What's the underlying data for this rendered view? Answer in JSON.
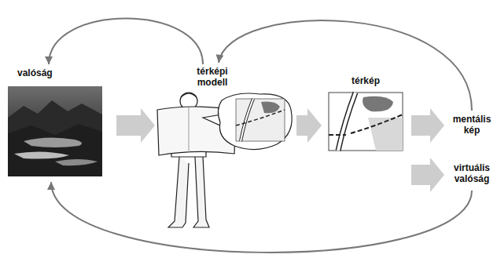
{
  "diagram": {
    "nodes": [
      {
        "text": [
          "valóság"
        ]
      },
      {
        "text": [
          "térképi modell"
        ]
      },
      {
        "text": [
          "térkép"
        ]
      },
      {
        "text": [
          "mentális kép"
        ]
      },
      {
        "text": [
          "virtuális valóság"
        ]
      }
    ],
    "edges": [
      {
        "from": 0,
        "to": 1,
        "arrow": "to"
      },
      {
        "from": 1,
        "to": 2,
        "arrow": "to"
      },
      {
        "from": 2,
        "to": 3,
        "arrow": "to"
      },
      {
        "from": 2,
        "to": 4,
        "arrow": "to"
      },
      {
        "from": 1,
        "to": 0,
        "arrow": "to"
      },
      {
        "from": 3,
        "to": 1,
        "arrow": "to"
      },
      {
        "from": 4,
        "to": 0,
        "arrow": "to"
      }
    ]
  }
}
